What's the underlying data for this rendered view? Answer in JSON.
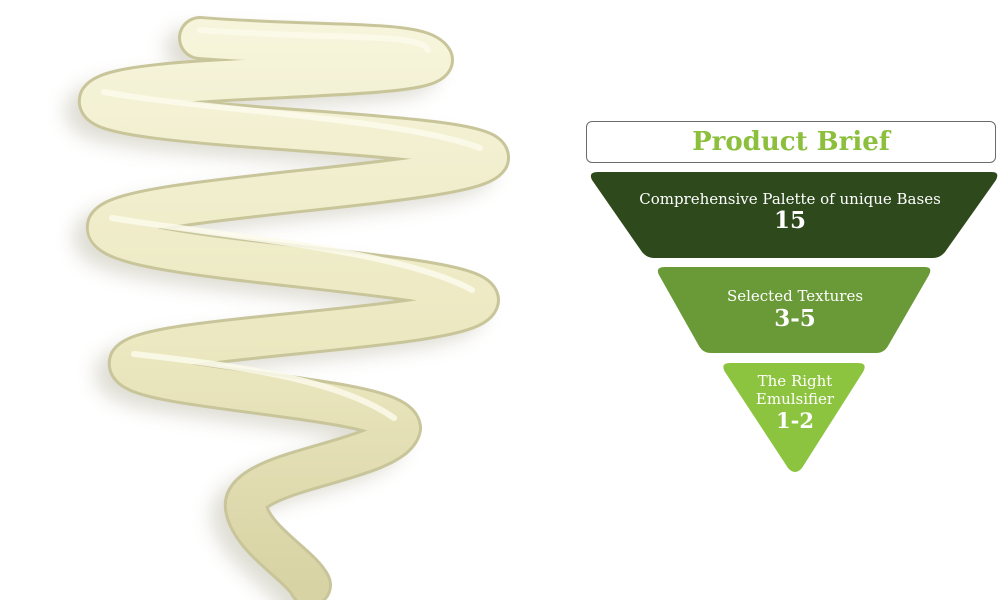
{
  "title": "Product Brief",
  "colors": {
    "title_text": "#8bbf3c",
    "level_1": "#2e4a1c",
    "level_2": "#6a9a37",
    "level_3": "#8cc43f",
    "stick": "#eeecc6",
    "stick_shadow": "#c9c59a"
  },
  "image": {
    "subject": "string-cheese-photo"
  },
  "levels": [
    {
      "label": "Comprehensive Palette of unique Bases",
      "value": "15"
    },
    {
      "label": "Selected Textures",
      "value": "3-5"
    },
    {
      "label": "The Right Emulsifier",
      "value": "1-2"
    }
  ]
}
